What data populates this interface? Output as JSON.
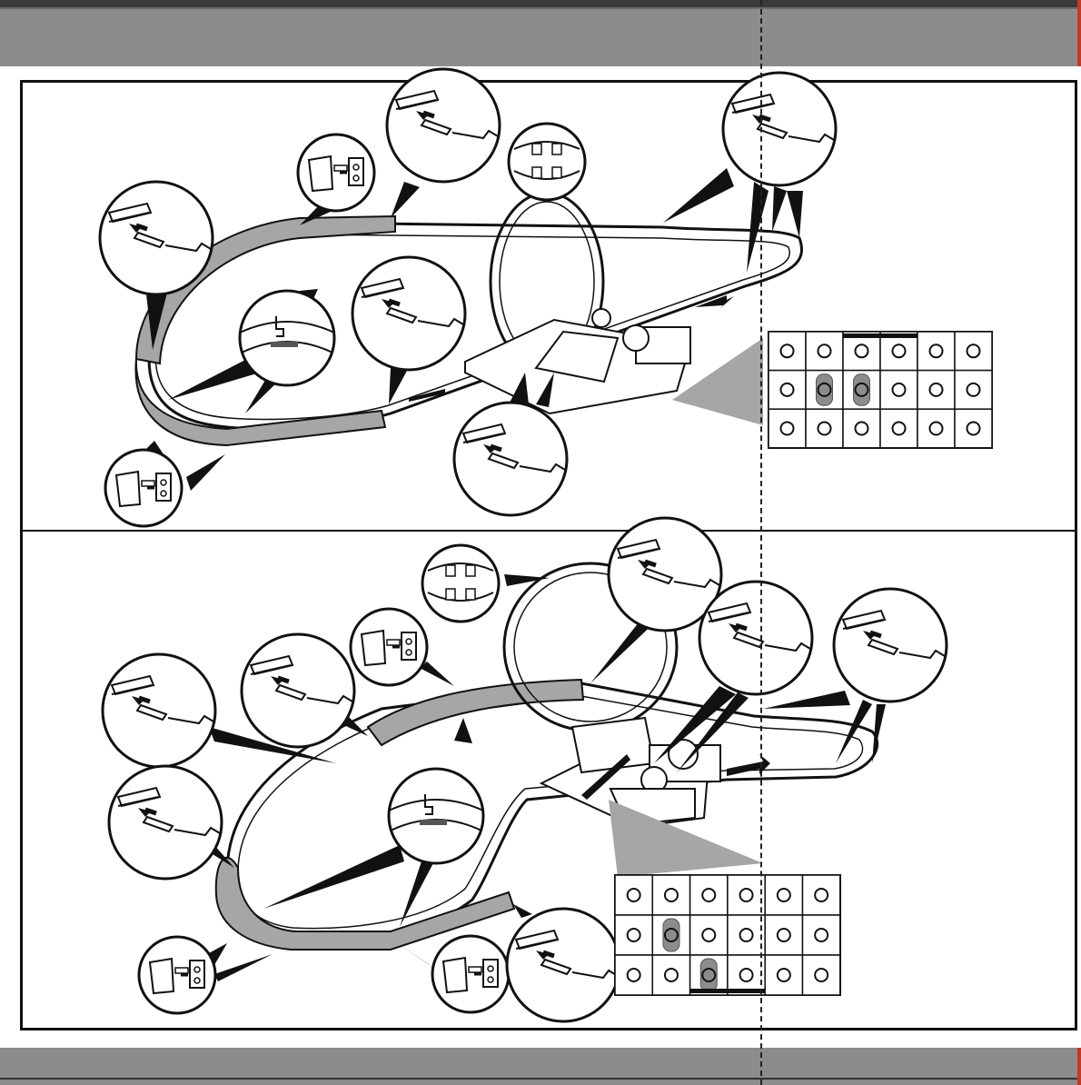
{
  "colors": {
    "band": "#8c8c8c",
    "band_border": "#3a3a3a",
    "track_highlight": "#a6a6a6",
    "outline": "#111111",
    "accent_edge": "#c0392b"
  },
  "diagram": {
    "steps": [
      {
        "id": "step-a",
        "callouts": [
          "track-joint-detail",
          "track-joint-detail",
          "connector-clip-detail",
          "loop-connector-detail",
          "track-joint-detail",
          "tab-slot-detail",
          "track-joint-detail",
          "track-joint-detail",
          "connector-clip-detail"
        ],
        "base_grid": {
          "rows": 3,
          "cols": 6,
          "highlighted_cells": [
            [
              1,
              1
            ],
            [
              1,
              2
            ]
          ],
          "bracket": "top"
        }
      },
      {
        "id": "step-b",
        "callouts": [
          "loop-connector-detail",
          "track-joint-detail",
          "connector-clip-detail",
          "track-joint-detail",
          "track-joint-detail",
          "track-joint-detail",
          "track-joint-detail",
          "tab-slot-detail",
          "connector-clip-detail",
          "connector-clip-detail",
          "track-joint-detail"
        ],
        "base_grid": {
          "rows": 3,
          "cols": 6,
          "highlighted_cells": [
            [
              1,
              1
            ],
            [
              2,
              2
            ]
          ],
          "bracket": "bottom"
        }
      }
    ]
  }
}
